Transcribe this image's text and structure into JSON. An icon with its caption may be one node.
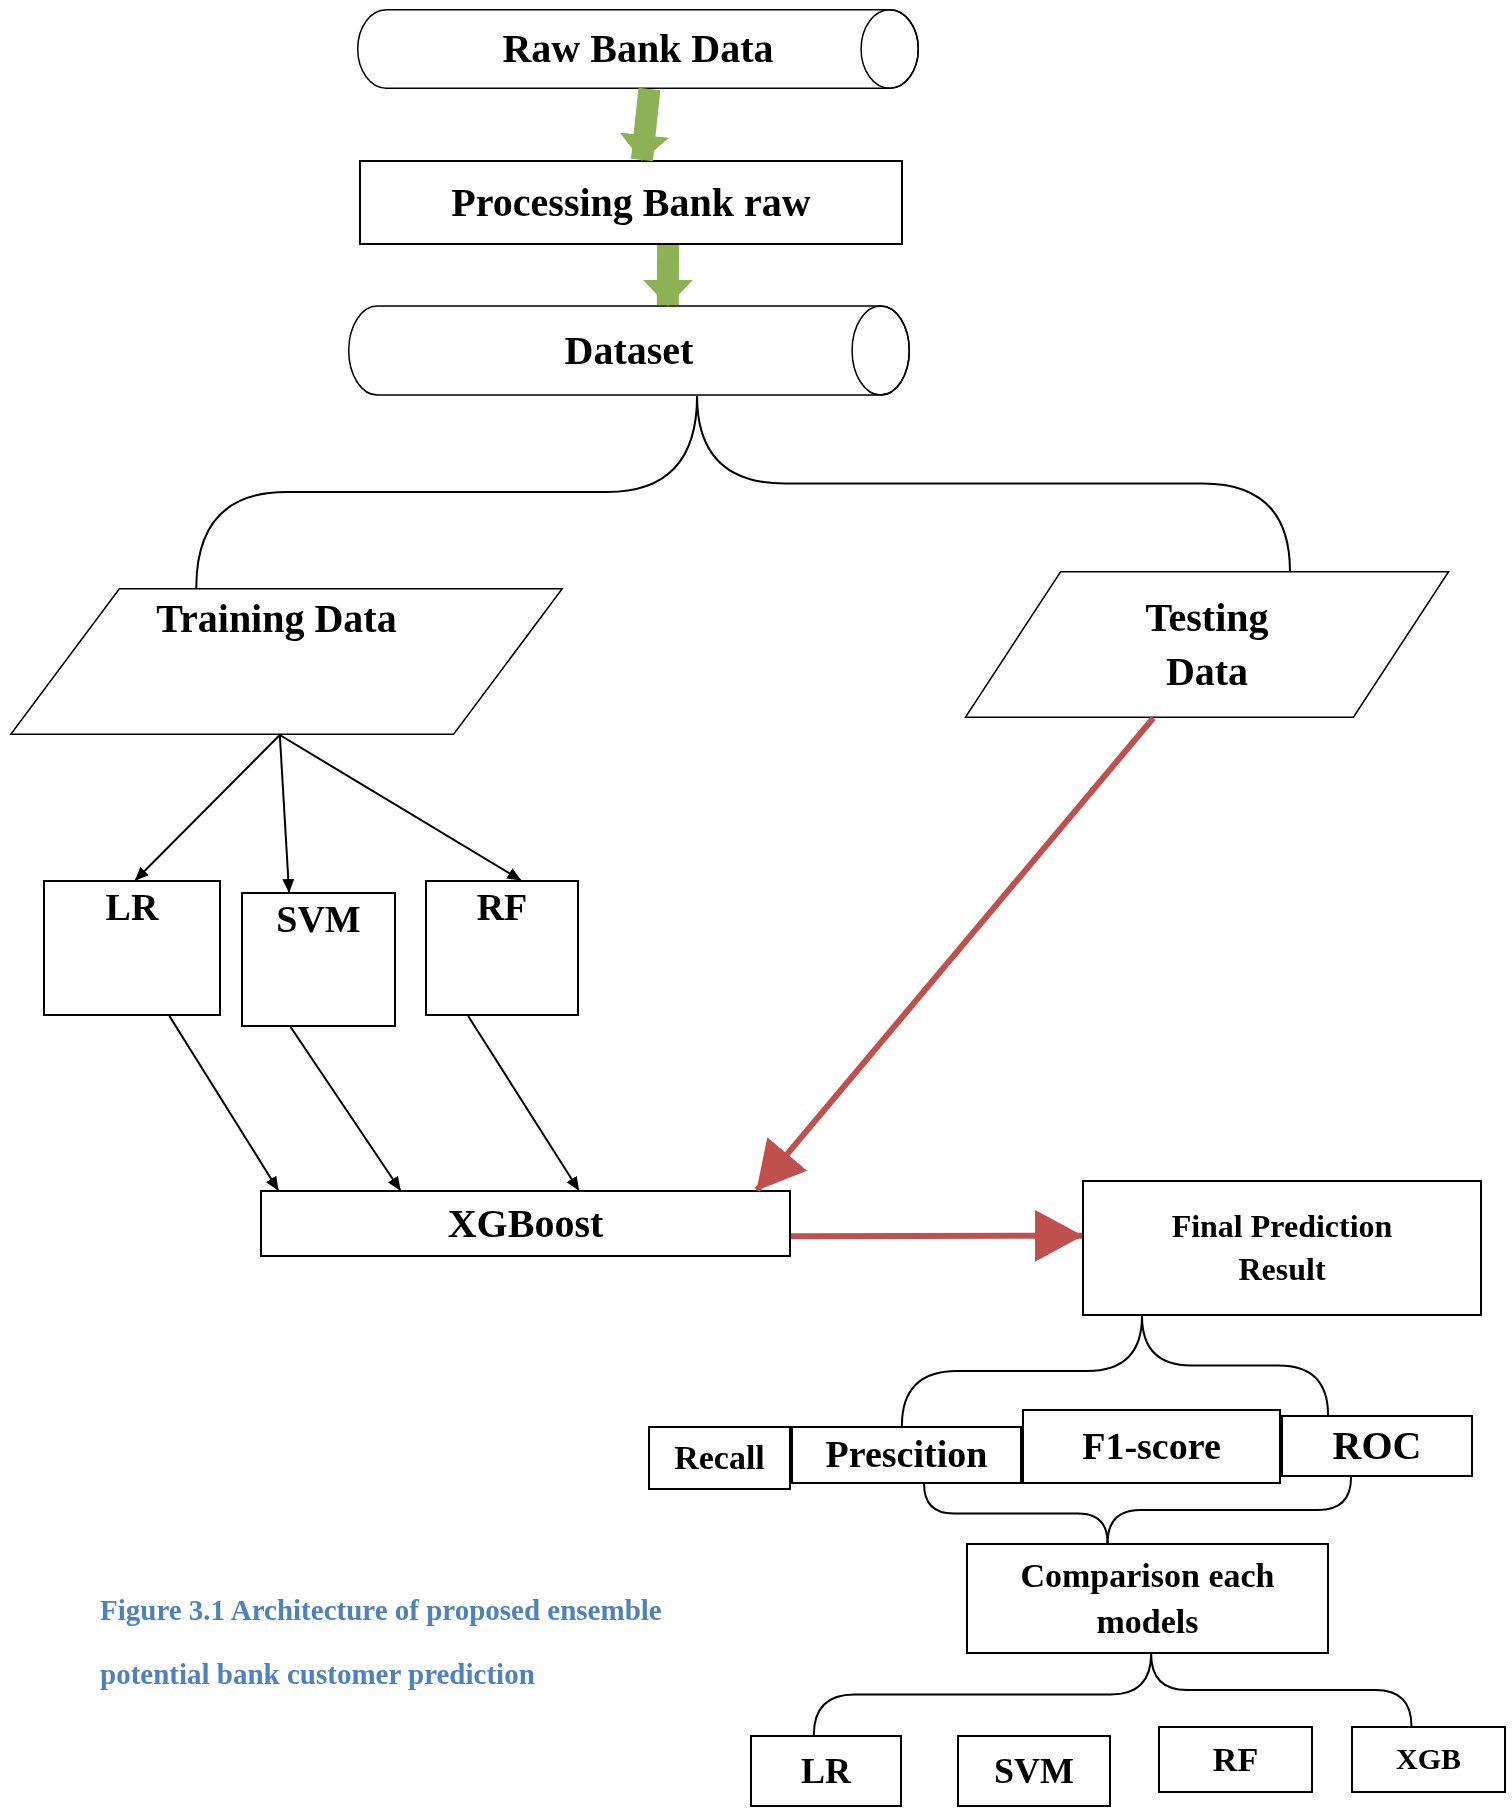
{
  "diagram": {
    "caption": "Figure 3.1 Architecture of proposed ensemble potential bank customer prediction",
    "nodes": [
      {
        "text": [
          "Raw Bank Data"
        ]
      },
      {
        "text": [
          "Processing Bank raw"
        ]
      },
      {
        "text": [
          "Dataset"
        ]
      },
      {
        "text": [
          "Training Data"
        ]
      },
      {
        "text": [
          "Testing Data"
        ]
      },
      {
        "text": [
          "LR"
        ]
      },
      {
        "text": [
          "SVM"
        ]
      },
      {
        "text": [
          "RF"
        ]
      },
      {
        "text": [
          "XGBoost"
        ]
      },
      {
        "text": [
          "Final Prediction Result"
        ]
      },
      {
        "text": [
          "Recall"
        ]
      },
      {
        "text": [
          "Prescition"
        ]
      },
      {
        "text": [
          "F1-score"
        ]
      },
      {
        "text": [
          "ROC"
        ]
      },
      {
        "text": [
          "Comparison each models"
        ]
      },
      {
        "text": [
          "LR"
        ]
      },
      {
        "text": [
          "SVM"
        ]
      },
      {
        "text": [
          "RF"
        ]
      },
      {
        "text": [
          "XGB"
        ]
      }
    ],
    "edges": [
      {
        "from": 0,
        "to": 1,
        "arrow": "to",
        "style": "thick",
        "color": "#8db255"
      },
      {
        "from": 1,
        "to": 2,
        "arrow": "to",
        "style": "thick",
        "color": "#8db255"
      },
      {
        "from": 2,
        "to": 3,
        "arrow": "none"
      },
      {
        "from": 2,
        "to": 4,
        "arrow": "none"
      },
      {
        "from": 3,
        "to": 5,
        "arrow": "to"
      },
      {
        "from": 3,
        "to": 6,
        "arrow": "to"
      },
      {
        "from": 3,
        "to": 7,
        "arrow": "to"
      },
      {
        "from": 5,
        "to": 8,
        "arrow": "to"
      },
      {
        "from": 6,
        "to": 8,
        "arrow": "to"
      },
      {
        "from": 7,
        "to": 8,
        "arrow": "to"
      },
      {
        "from": 4,
        "to": 8,
        "arrow": "to",
        "style": "thick",
        "color": "#c0504d"
      },
      {
        "from": 8,
        "to": 9,
        "arrow": "to",
        "style": "thick",
        "color": "#c0504d"
      },
      {
        "from": 9,
        "to": 11,
        "arrow": "none"
      },
      {
        "from": 9,
        "to": 13,
        "arrow": "none"
      },
      {
        "from": 11,
        "to": 14,
        "arrow": "none"
      },
      {
        "from": 13,
        "to": 14,
        "arrow": "none"
      },
      {
        "from": 14,
        "to": 15,
        "arrow": "none"
      },
      {
        "from": 14,
        "to": 18,
        "arrow": "none"
      }
    ]
  }
}
